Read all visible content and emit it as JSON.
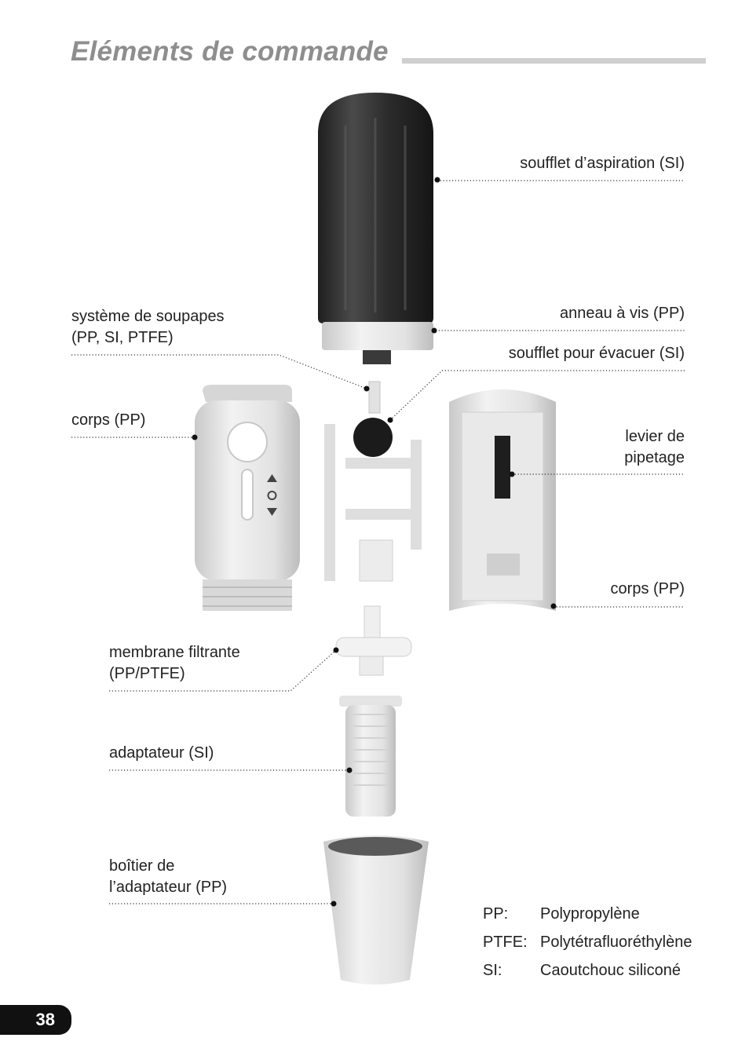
{
  "page": {
    "title": "Eléments de commande",
    "page_number": "38"
  },
  "labels": {
    "soufflet_aspiration": "soufflet d’aspiration (SI)",
    "anneau_vis": "anneau à vis (PP)",
    "soufflet_evacuer": "soufflet pour évacuer (SI)",
    "systeme_soupapes_1": "système de soupapes",
    "systeme_soupapes_2": "(PP, SI, PTFE)",
    "corps_left": "corps (PP)",
    "levier_1": "levier de",
    "levier_2": "pipetage",
    "corps_right": "corps (PP)",
    "membrane_1": "membrane filtrante",
    "membrane_2": "(PP/PTFE)",
    "adaptateur": "adaptateur (SI)",
    "boitier_1": "boîtier de",
    "boitier_2": "l’adaptateur (PP)"
  },
  "legend": [
    {
      "abbr": "PP:",
      "text": "Polypropylène"
    },
    {
      "abbr": "PTFE:",
      "text": "Polytétrafluoréthylène"
    },
    {
      "abbr": "SI:",
      "text": "Caoutchouc siliconé"
    }
  ],
  "colors": {
    "title": "#8e8e8e",
    "bulb": "#2e2e2e",
    "plastic": "#e6e6e6",
    "page_tab": "#111111"
  }
}
